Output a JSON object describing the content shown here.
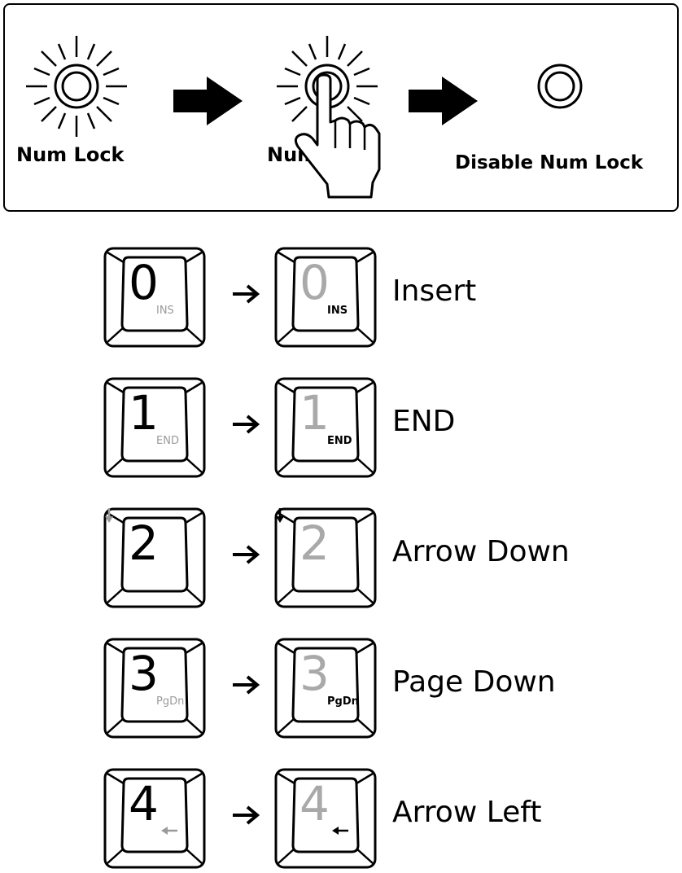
{
  "header": {
    "step1_label": "Num Lock",
    "step2_label": "Num Lock",
    "step3_label": "Disable Num Lock"
  },
  "rows": [
    {
      "digit": "0",
      "sub": "INS",
      "meaning": "Insert"
    },
    {
      "digit": "1",
      "sub": "END",
      "meaning": "END"
    },
    {
      "digit": "2",
      "sub": "",
      "sub_icon": "arrow-down-icon",
      "meaning": "Arrow Down"
    },
    {
      "digit": "3",
      "sub": "PgDn",
      "meaning": "Page Down"
    },
    {
      "digit": "4",
      "sub": "",
      "sub_icon": "arrow-left-icon",
      "meaning": "Arrow Left"
    }
  ],
  "colors": {
    "active_digit": "#000000",
    "inactive_digit": "#a9a9a9",
    "inactive_sub": "#9a9a9a"
  }
}
